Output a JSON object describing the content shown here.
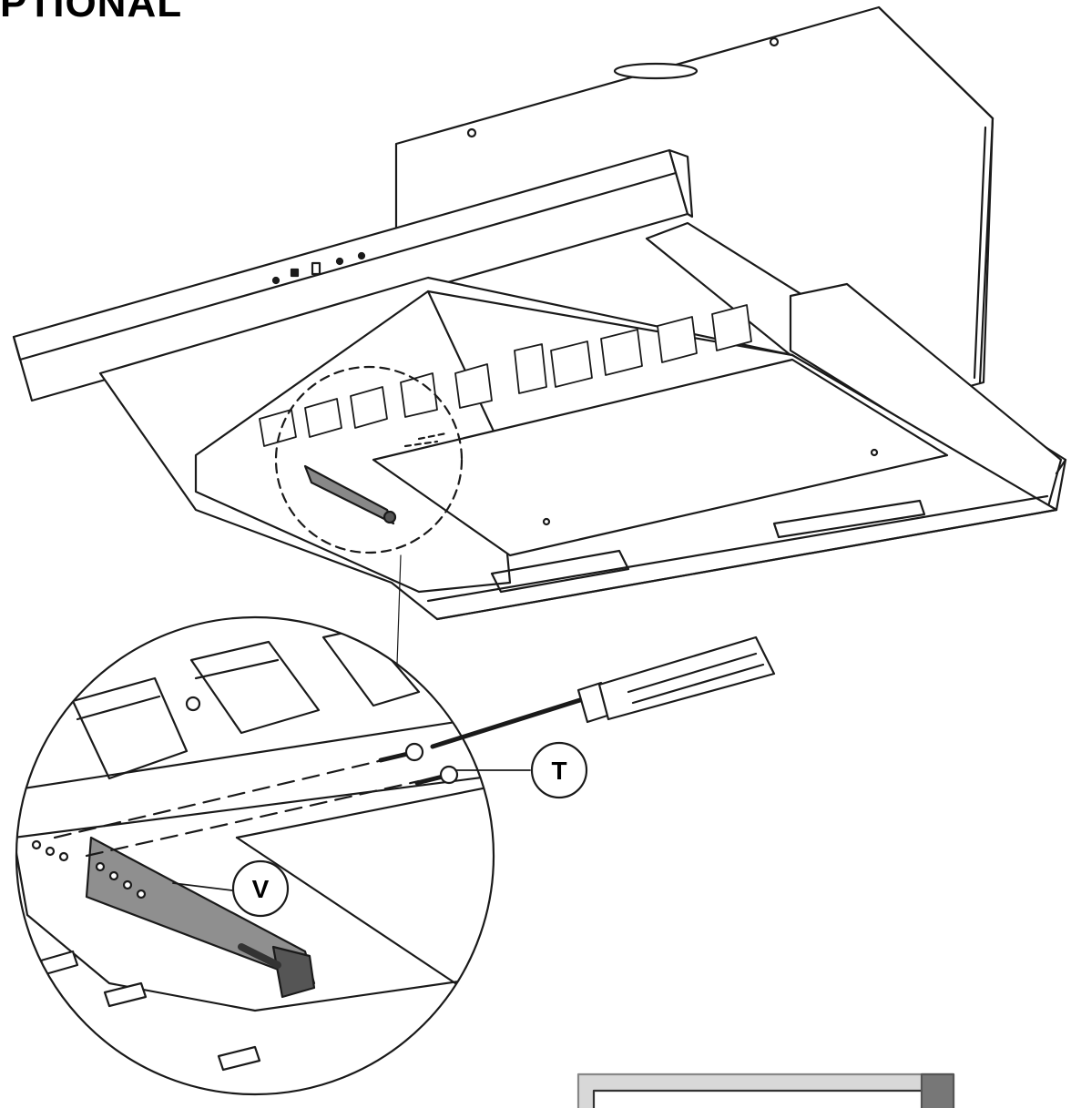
{
  "header": {
    "title": "PTIONAL"
  },
  "callouts": {
    "screw": "T",
    "bracket": "V"
  }
}
